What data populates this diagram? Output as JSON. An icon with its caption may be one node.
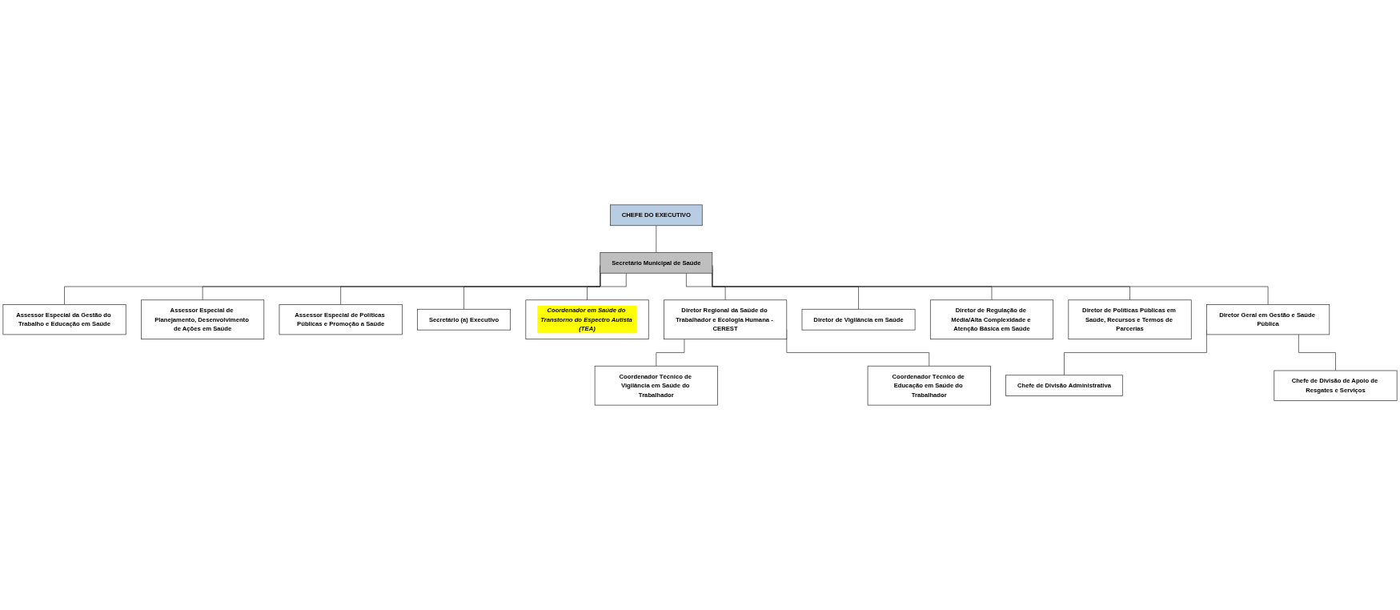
{
  "diagram": {
    "nodes": [
      {
        "text": [
          "CHEFE DO EXECUTIVO"
        ]
      },
      {
        "text": [
          "Secretário Municipal de Saúde"
        ]
      },
      {
        "text": [
          "Assessor Especial da Gestão do Trabalho e Educação em Saúde"
        ]
      },
      {
        "text": [
          "Assessor Especial de Planejamento, Desenvolvimento de Ações em Saúde"
        ]
      },
      {
        "text": [
          "Assessor Especial de Políticas Públicas e Promoção a Saúde"
        ]
      },
      {
        "text": [
          "Secretário (a) Executivo"
        ]
      },
      {
        "text": [
          "Coordenador em Saúde do Transtorno do Espectro Autista (TEA)"
        ]
      },
      {
        "text": [
          "Diretor Regional da Saúde do Trabalhador e Ecologia Humana - CEREST"
        ]
      },
      {
        "text": [
          "Coordenador Técnico de Vigilância em Saúde do Trabalhador"
        ]
      },
      {
        "text": [
          "Coordenador Técnico de Educação em Saúde do Trabalhador"
        ]
      },
      {
        "text": [
          "Diretor de Vigilância em Saúde"
        ]
      },
      {
        "text": [
          "Diretor de Regulação de Média/Alta Complexidade e Atenção Básica em Saúde"
        ]
      },
      {
        "text": [
          "Diretor de Políticas Públicas em Saúde, Recursos e Termos de Parcerias"
        ]
      },
      {
        "text": [
          "Diretor Geral em Gestão e Saúde Pública"
        ]
      },
      {
        "text": [
          "Chefe de Divisão Administrativa"
        ]
      },
      {
        "text": [
          "Chefe de Divisão de Apoio de Resgates e Serviços"
        ]
      }
    ],
    "edges": [
      {
        "from": 0,
        "to": 1,
        "arrow": "none"
      },
      {
        "from": 1,
        "to": 2,
        "arrow": "none"
      },
      {
        "from": 1,
        "to": 3,
        "arrow": "none"
      },
      {
        "from": 1,
        "to": 4,
        "arrow": "none"
      },
      {
        "from": 1,
        "to": 5,
        "arrow": "none"
      },
      {
        "from": 1,
        "to": 6,
        "arrow": "none"
      },
      {
        "from": 1,
        "to": 7,
        "arrow": "none"
      },
      {
        "from": 1,
        "to": 10,
        "arrow": "none"
      },
      {
        "from": 1,
        "to": 11,
        "arrow": "none"
      },
      {
        "from": 1,
        "to": 12,
        "arrow": "none"
      },
      {
        "from": 1,
        "to": 13,
        "arrow": "none"
      },
      {
        "from": 7,
        "to": 8,
        "arrow": "none"
      },
      {
        "from": 7,
        "to": 9,
        "arrow": "none"
      },
      {
        "from": 13,
        "to": 14,
        "arrow": "none"
      },
      {
        "from": 13,
        "to": 15,
        "arrow": "none"
      }
    ]
  }
}
